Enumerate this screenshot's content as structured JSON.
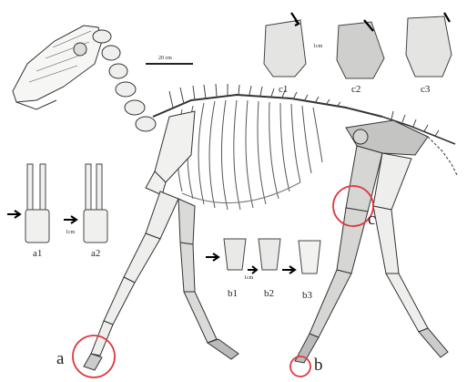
{
  "scale_bar_label": "20 cm",
  "highlights": [
    {
      "id": "a",
      "label": "a"
    },
    {
      "id": "b",
      "label": "b"
    },
    {
      "id": "c",
      "label": "c"
    }
  ],
  "panel_a": {
    "labels": [
      "a1",
      "a2"
    ],
    "scale": "1cm"
  },
  "panel_b": {
    "labels": [
      "b1",
      "b2",
      "b3"
    ],
    "scale": "1cm"
  },
  "panel_c": {
    "labels": [
      "c1",
      "c2",
      "c3"
    ],
    "scale": "1cm"
  },
  "colors": {
    "highlight_ring": "#e0393e",
    "bone_fill": "#f4f4f2",
    "bone_shade": "#bdbdbd",
    "line": "#333333"
  }
}
